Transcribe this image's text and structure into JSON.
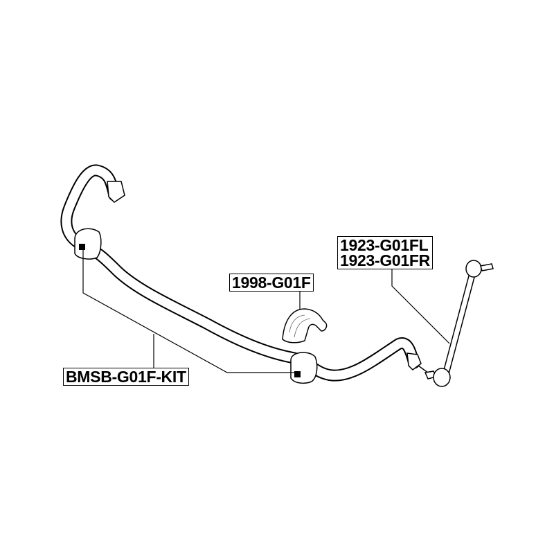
{
  "labels": {
    "bushing": "1998-G01F",
    "link_left": "1923-G01FL",
    "link_right": "1923-G01FR",
    "kit": "BMSB-G01F-KIT"
  },
  "colors": {
    "line": "#000000",
    "background": "#ffffff"
  }
}
